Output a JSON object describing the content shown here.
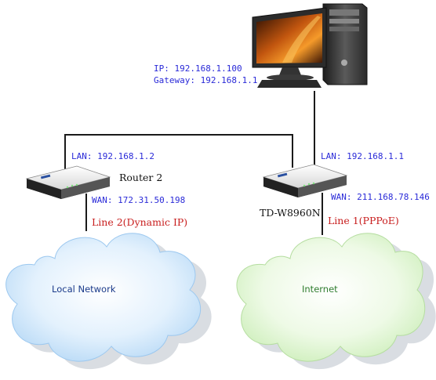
{
  "computer": {
    "ip": "IP: 192.168.1.100",
    "gateway": "Gateway: 192.168.1.1"
  },
  "router2": {
    "name": "Router 2",
    "lan": "LAN: 192.168.1.2",
    "wan": "WAN: 172.31.50.198",
    "line": "Line 2(Dynamic IP)"
  },
  "tdw8960n": {
    "name": "TD-W8960N",
    "lan": "LAN: 192.168.1.1",
    "wan": "WAN: 211.168.78.146",
    "line": "Line 1(PPPoE)"
  },
  "clouds": {
    "local": "Local Network",
    "internet": "Internet"
  },
  "colors": {
    "label_blue": "#2a2ad8",
    "line_red": "#c81e1e",
    "cloud_blue": "#cfe7fb",
    "cloud_green": "#e6f7da",
    "local_text": "#1a3a8a",
    "internet_text": "#2f7d2f"
  }
}
